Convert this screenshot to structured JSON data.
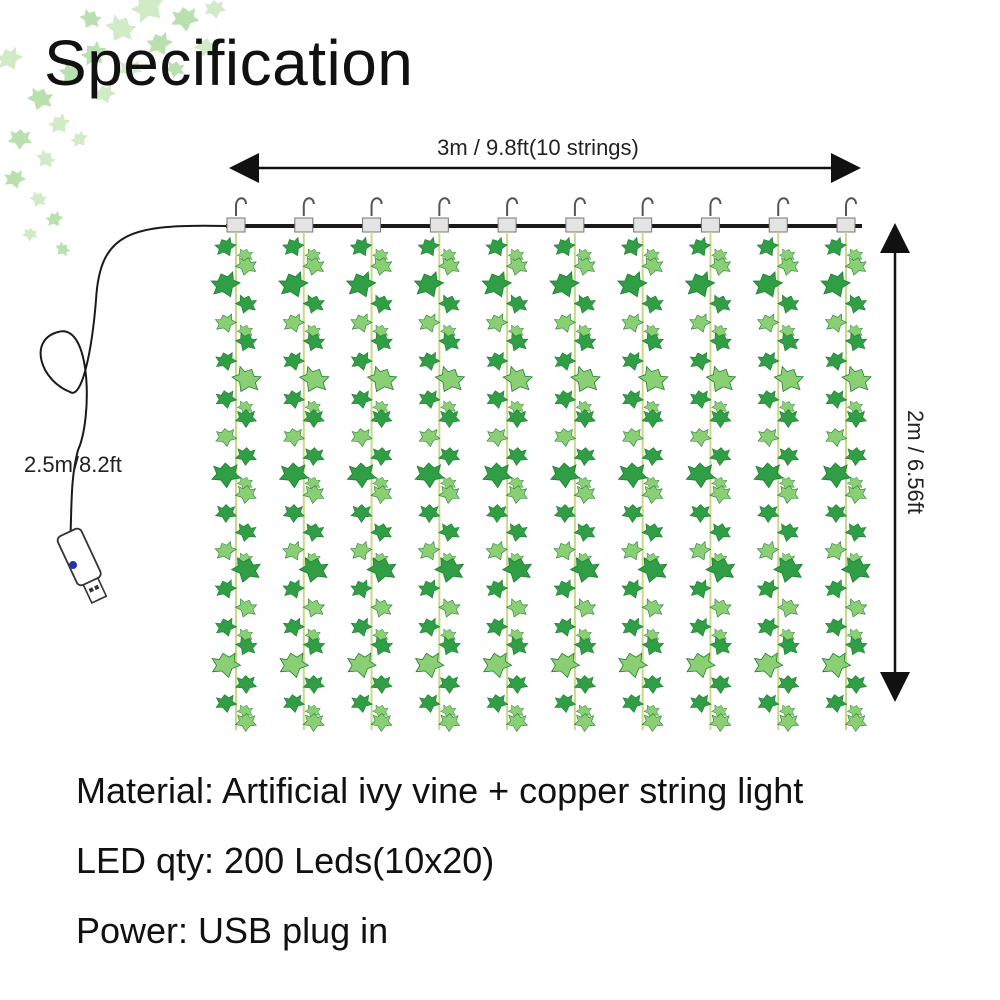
{
  "title": "Specification",
  "dimensions": {
    "width_label": "3m / 9.8ft(10 strings)",
    "height_label": "2m / 6.56ft",
    "cable_label": "2.5m/8.2ft"
  },
  "product": {
    "strings": 10,
    "icons": [
      "hook-icon",
      "clip-icon",
      "ivy-leaf-icon",
      "usb-plug-icon",
      "switch-button-icon"
    ],
    "colors": {
      "leaf_dark": "#2f9e44",
      "leaf_light": "#8bcf74",
      "stem": "#c9d98a",
      "wire": "#1a1a1a",
      "button": "#2233aa"
    }
  },
  "specs": {
    "material": "Material: Artificial ivy vine + copper string light",
    "led_qty": "LED qty: 200 Leds(10x20)",
    "power": "Power: USB plug in"
  }
}
